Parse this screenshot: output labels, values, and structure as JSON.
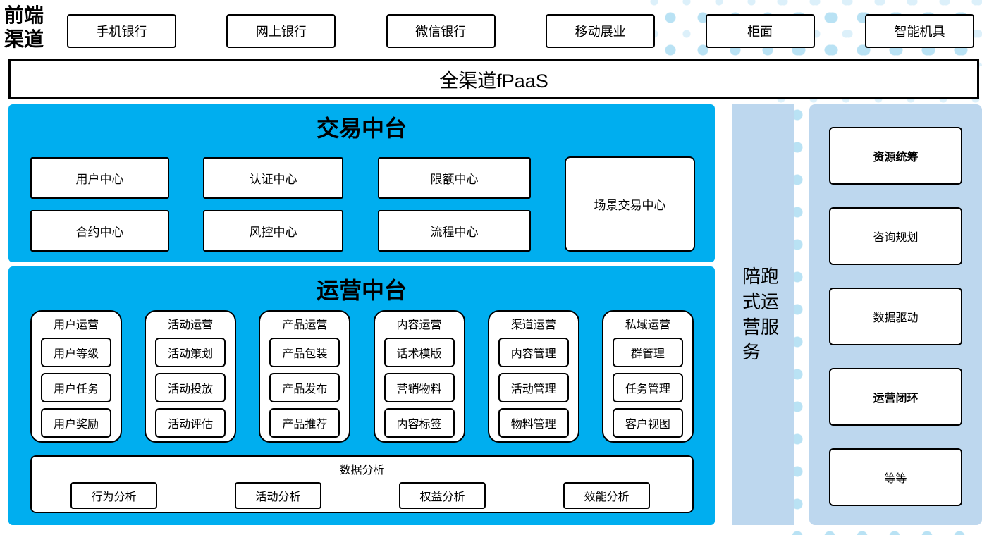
{
  "colors": {
    "platform_blue": "#00aeef",
    "service_light_blue": "#bdd7ee",
    "dot_blue": "#b9e2f4",
    "box_border": "#000000",
    "box_background": "#ffffff"
  },
  "front_channels": {
    "label": "前端渠道",
    "items": [
      "手机银行",
      "网上银行",
      "微信银行",
      "移动展业",
      "柜面",
      "智能机具"
    ]
  },
  "fpaas_bar": {
    "label": "全渠道fPaaS"
  },
  "transaction_platform": {
    "title": "交易中台",
    "centers": [
      "用户中心",
      "认证中心",
      "限额中心",
      "合约中心",
      "风控中心",
      "流程中心"
    ],
    "scene_center": "场景交易中心"
  },
  "operation_platform": {
    "title": "运营中台",
    "columns": [
      {
        "title": "用户运营",
        "items": [
          "用户等级",
          "用户任务",
          "用户奖励"
        ]
      },
      {
        "title": "活动运营",
        "items": [
          "活动策划",
          "活动投放",
          "活动评估"
        ]
      },
      {
        "title": "产品运营",
        "items": [
          "产品包装",
          "产品发布",
          "产品推荐"
        ]
      },
      {
        "title": "内容运营",
        "items": [
          "话术模版",
          "营销物料",
          "内容标签"
        ]
      },
      {
        "title": "渠道运营",
        "items": [
          "内容管理",
          "活动管理",
          "物料管理"
        ]
      },
      {
        "title": "私域运营",
        "items": [
          "群管理",
          "任务管理",
          "客户视图"
        ]
      }
    ],
    "data_analysis": {
      "title": "数据分析",
      "items": [
        "行为分析",
        "活动分析",
        "权益分析",
        "效能分析"
      ]
    }
  },
  "companion_bar": {
    "label": "陪跑式运营服务"
  },
  "service_panel": {
    "items": [
      {
        "label": "资源统筹"
      },
      {
        "label": "咨询规划"
      },
      {
        "label": "数据驱动"
      },
      {
        "label": "运营闭环"
      },
      {
        "label": "等等"
      }
    ]
  }
}
